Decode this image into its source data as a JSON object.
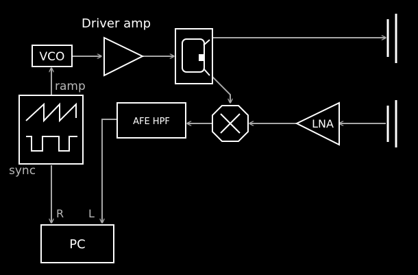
{
  "labels": {
    "driver_amp": "Driver amp",
    "vco": "VCO",
    "ramp": "ramp",
    "sync": "sync",
    "afe_hpf": "AFE HPF",
    "lna": "LNA",
    "pc": "PC",
    "r": "R",
    "l": "L"
  },
  "colors": {
    "background": "#000000",
    "block": "#ffffff",
    "signal": "#a8a8a8",
    "secondary_label": "#b8b8b8"
  },
  "icons": {
    "generator": "waveform-generator-icon",
    "coupler": "directional-coupler-icon",
    "mixer": "mixer-icon",
    "amplifier": "amplifier-triangle-icon",
    "antenna": "antenna-icon"
  }
}
